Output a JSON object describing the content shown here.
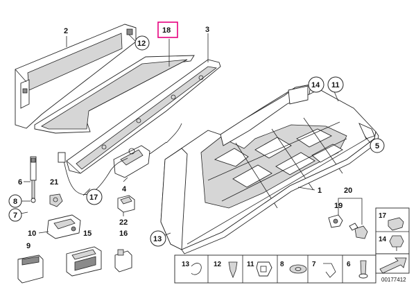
{
  "diagram": {
    "callouts": {
      "c1": "1",
      "c2": "2",
      "c3": "3",
      "c4": "4",
      "c5": "5",
      "c6": "6",
      "c7": "7",
      "c8": "8",
      "c9": "9",
      "c10": "10",
      "c11": "11",
      "c12": "12",
      "c13": "13",
      "c14": "14",
      "c15": "15",
      "c16": "16",
      "c17": "17",
      "c18": "18",
      "c19": "19",
      "c20": "20",
      "c21": "21",
      "c22": "22"
    },
    "highlight_color": "#e6007e",
    "legend_bottom": [
      "13",
      "12",
      "11",
      "8",
      "7",
      "6"
    ],
    "legend_right": [
      "17",
      "14"
    ],
    "catalog_number": "00177412"
  }
}
